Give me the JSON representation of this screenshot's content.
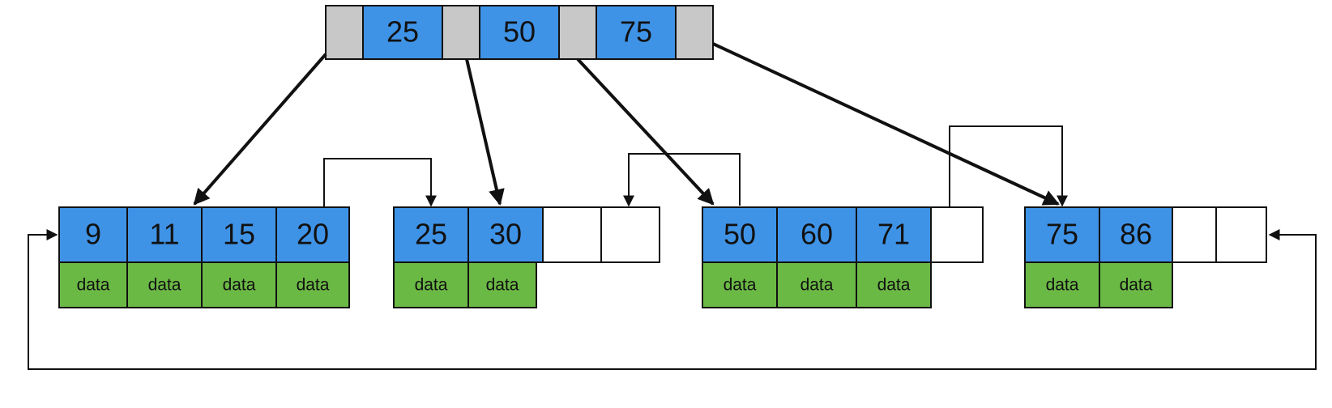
{
  "colors": {
    "key_fill": "#3f93e6",
    "data_fill": "#6bb945",
    "pointer_fill": "#c8c8c8",
    "empty_fill": "#ffffff",
    "stroke": "#111111"
  },
  "root": {
    "keys": [
      "25",
      "50",
      "75"
    ]
  },
  "leaves": [
    {
      "keys": [
        "9",
        "11",
        "15",
        "20"
      ],
      "data": [
        "data",
        "data",
        "data",
        "data"
      ]
    },
    {
      "keys": [
        "25",
        "30",
        "",
        ""
      ],
      "data": [
        "data",
        "data"
      ]
    },
    {
      "keys": [
        "50",
        "60",
        "71",
        ""
      ],
      "data": [
        "data",
        "data",
        "data"
      ]
    },
    {
      "keys": [
        "75",
        "86",
        "",
        ""
      ],
      "data": [
        "data",
        "data"
      ]
    }
  ]
}
